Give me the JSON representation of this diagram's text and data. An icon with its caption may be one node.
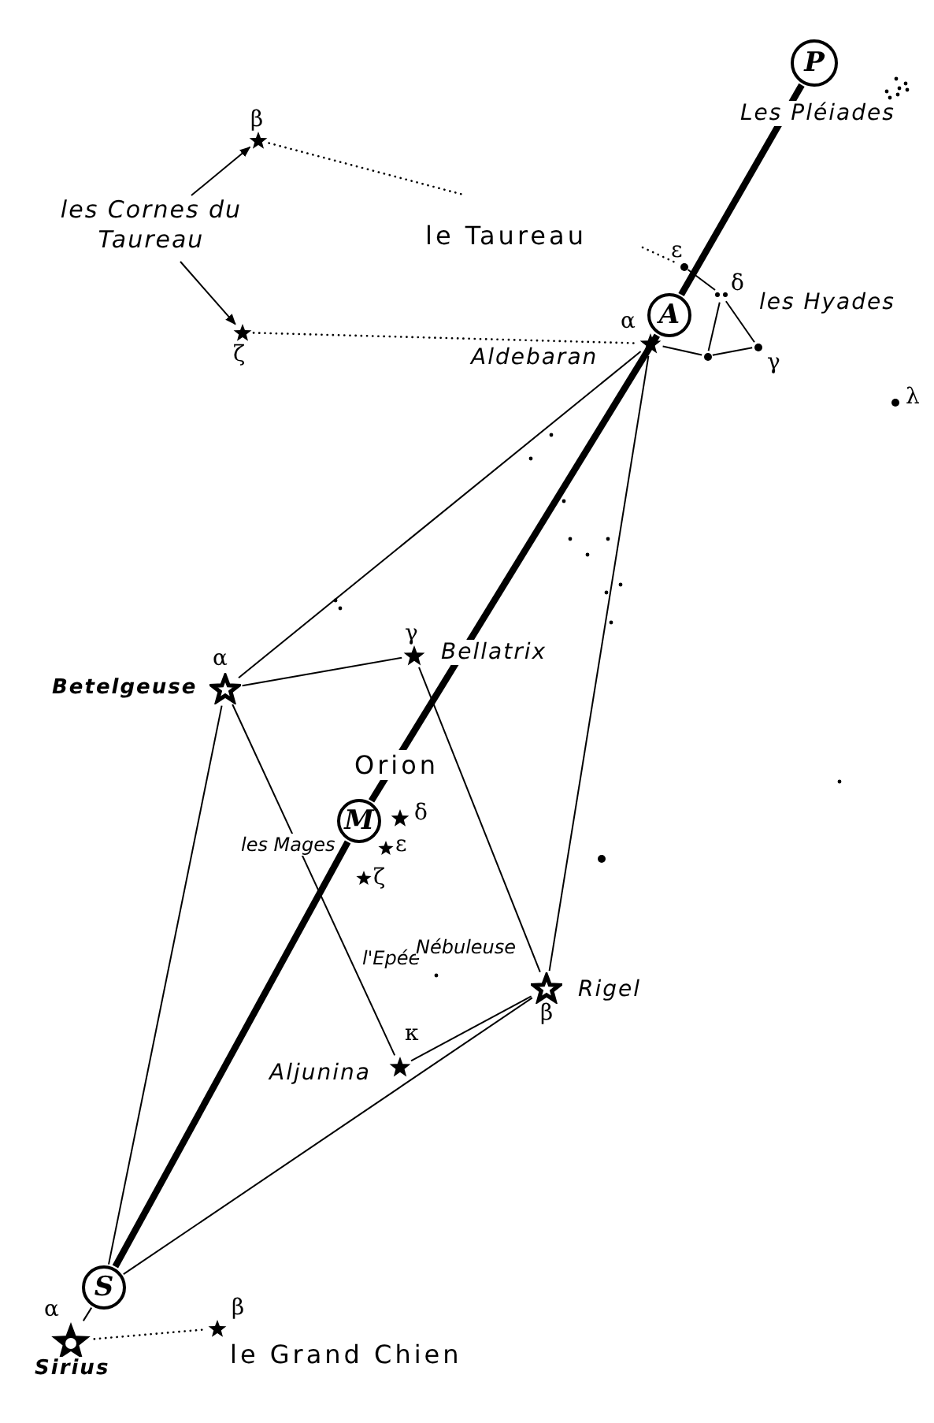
{
  "diagram": {
    "nodes": [
      {
        "text": [
          "P"
        ]
      },
      {
        "text": [
          "A"
        ]
      },
      {
        "text": [
          "M"
        ]
      },
      {
        "text": [
          "S"
        ]
      },
      {
        "text": [],
        "shape": "star",
        "beside": [
          "α",
          "Aldebaran"
        ]
      },
      {
        "text": [
          "les Cornes du Taureau"
        ]
      },
      {
        "text": [],
        "shape": "star",
        "beside": [
          "β"
        ]
      },
      {
        "text": [],
        "shape": "star",
        "beside": [
          "ζ"
        ]
      },
      {
        "text": [],
        "shape": "dot",
        "beside": [
          "ε"
        ]
      },
      {
        "text": [],
        "shape": "dot",
        "beside": [
          "δ"
        ]
      },
      {
        "text": [],
        "shape": "dot"
      },
      {
        "text": [],
        "shape": "dot",
        "beside": [
          "γ"
        ]
      },
      {
        "text": [],
        "shape": "dot",
        "beside": [
          "λ"
        ]
      },
      {
        "text": [],
        "shape": "star",
        "beside": [
          "α",
          "Betelgeuse"
        ]
      },
      {
        "text": [],
        "shape": "star",
        "beside": [
          "γ",
          "Bellatrix"
        ]
      },
      {
        "text": [],
        "shape": "star",
        "beside": [
          "δ"
        ]
      },
      {
        "text": [],
        "shape": "star",
        "beside": [
          "ε"
        ]
      },
      {
        "text": [],
        "shape": "star",
        "beside": [
          "ζ"
        ]
      },
      {
        "text": [],
        "shape": "star",
        "beside": [
          "Rigel",
          "β"
        ]
      },
      {
        "text": [],
        "shape": "star",
        "beside": [
          "κ",
          "Aljunina"
        ]
      },
      {
        "text": [],
        "shape": "star",
        "beside": [
          "α",
          "Sirius"
        ]
      },
      {
        "text": [],
        "shape": "star",
        "beside": [
          "β"
        ]
      }
    ],
    "edges": [
      {
        "from": 0,
        "to": 1,
        "arrow": "none",
        "style": "thick"
      },
      {
        "from": 1,
        "to": 2,
        "arrow": "none",
        "style": "thick"
      },
      {
        "from": 2,
        "to": 3,
        "arrow": "none",
        "style": "thick"
      },
      {
        "from": 5,
        "to": 6,
        "arrow": "to"
      },
      {
        "from": 5,
        "to": 7,
        "arrow": "to"
      },
      {
        "from": 6,
        "to": null,
        "arrow": "none",
        "style": "dashed"
      },
      {
        "from": 7,
        "to": 4,
        "arrow": "none",
        "style": "dashed"
      },
      {
        "from": null,
        "to": 8,
        "arrow": "none",
        "style": "dashed"
      },
      {
        "from": 8,
        "to": 9,
        "arrow": "none"
      },
      {
        "from": 9,
        "to": 10,
        "arrow": "none"
      },
      {
        "from": 9,
        "to": 11,
        "arrow": "none"
      },
      {
        "from": 10,
        "to": 11,
        "arrow": "none"
      },
      {
        "from": 4,
        "to": 10,
        "arrow": "none"
      },
      {
        "from": 4,
        "to": 13,
        "arrow": "none"
      },
      {
        "from": 4,
        "to": 18,
        "arrow": "none"
      },
      {
        "from": 13,
        "to": 14,
        "arrow": "none"
      },
      {
        "from": 13,
        "to": 19,
        "arrow": "none"
      },
      {
        "from": 13,
        "to": 3,
        "arrow": "none"
      },
      {
        "from": 14,
        "to": 18,
        "arrow": "none"
      },
      {
        "from": 18,
        "to": 19,
        "arrow": "none"
      },
      {
        "from": 18,
        "to": 3,
        "arrow": "none"
      },
      {
        "from": 3,
        "to": 20,
        "arrow": "none"
      },
      {
        "from": 20,
        "to": 21,
        "arrow": "none",
        "style": "dashed"
      }
    ],
    "labels": [
      "Les Pléiades",
      "le Taureau",
      "les Hyades",
      "Orion",
      "les Mages",
      "l'Epée",
      "Nébuleuse",
      "le Grand Chien"
    ]
  }
}
